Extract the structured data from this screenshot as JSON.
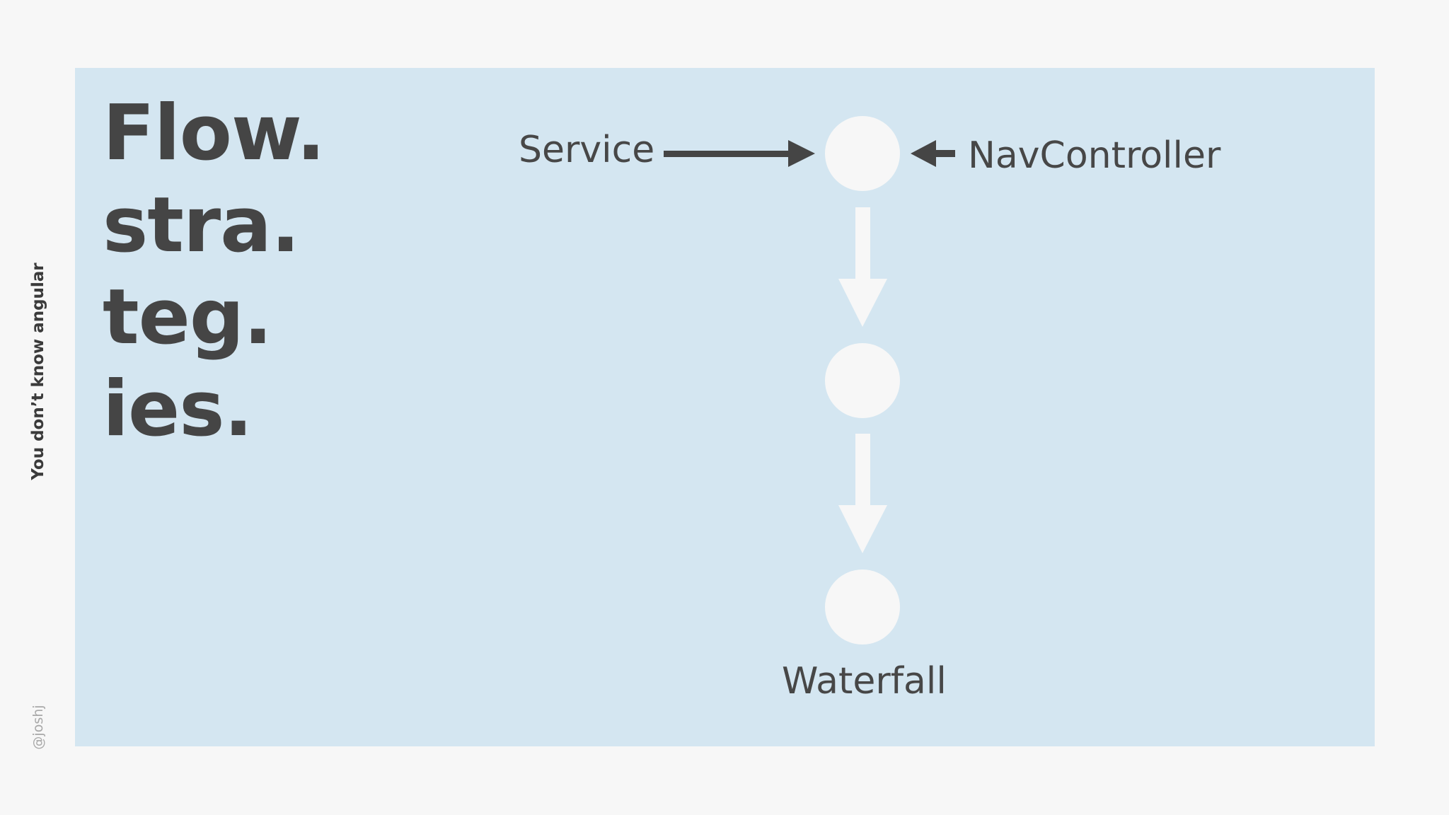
{
  "slide": {
    "side_title": "You don’t know angular",
    "handle": "@joshj",
    "heading_lines": [
      "Flow.",
      "stra.",
      "teg.",
      "ies."
    ]
  },
  "diagram": {
    "labels": {
      "service": "Service",
      "nav_controller": "NavController",
      "waterfall": "Waterfall"
    },
    "nodes": [
      "node-top",
      "node-middle",
      "node-bottom"
    ],
    "colors": {
      "panel": "#d4e6f1",
      "node": "#f7f7f7",
      "dark_arrow": "#454545",
      "light_arrow": "#f7f7f7",
      "text": "#474747"
    }
  }
}
